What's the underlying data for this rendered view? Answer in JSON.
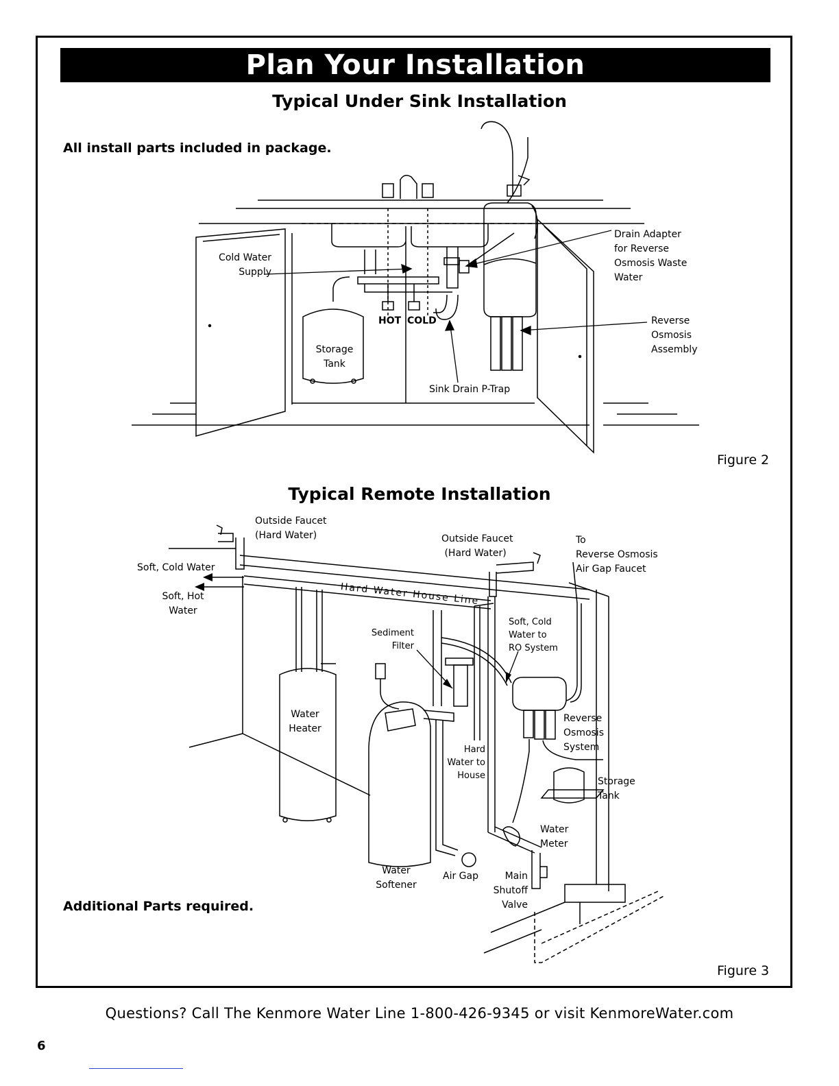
{
  "page": {
    "banner": "Plan Your Installation",
    "footer": "Questions? Call The Kenmore Water Line 1-800-426-9345 or visit KenmoreWater.com",
    "page_number": "6"
  },
  "under_sink": {
    "title": "Typical Under Sink Installation",
    "note": "All install parts included in package.",
    "figure": "Figure 2",
    "labels": {
      "cold_water_supply": "Cold Water\n    Supply",
      "storage_tank": "Storage\nTank",
      "hot": "HOT",
      "cold": "COLD",
      "sink_drain": "Sink Drain P-Trap",
      "drain_adapter": "Drain Adapter\nfor Reverse\nOsmosis Waste\nWater",
      "ro_assembly": "Reverse\nOsmosis\nAssembly"
    }
  },
  "remote": {
    "title": "Typical Remote Installation",
    "note": "Additional Parts required.",
    "figure": "Figure 3",
    "labels": {
      "outside_faucet_left": "Outside Faucet\n(Hard Water)",
      "outside_faucet_right": "Outside Faucet\n (Hard Water)",
      "to_ro": "To\nReverse Osmosis\nAir Gap Faucet",
      "soft_cold": "Soft, Cold Water",
      "soft_hot": "Soft, Hot\nWater",
      "hard_water_house_line": "Hard Water House Line",
      "sediment_filter": "Sediment\nFilter",
      "soft_cold_to_ro": "Soft, Cold\nWater to\nRO System",
      "water_heater": "Water\nHeater",
      "hard_to_house": "Hard\nWater to\nHouse",
      "ro_system": "Reverse\nOsmosis\nSystem",
      "storage_tank": "Storage\nTank",
      "water_meter": "Water\nMeter",
      "water_softener": "Water\nSoftener",
      "air_gap": "Air Gap",
      "main_shutoff": "Main\nShutoff\nValve"
    }
  }
}
